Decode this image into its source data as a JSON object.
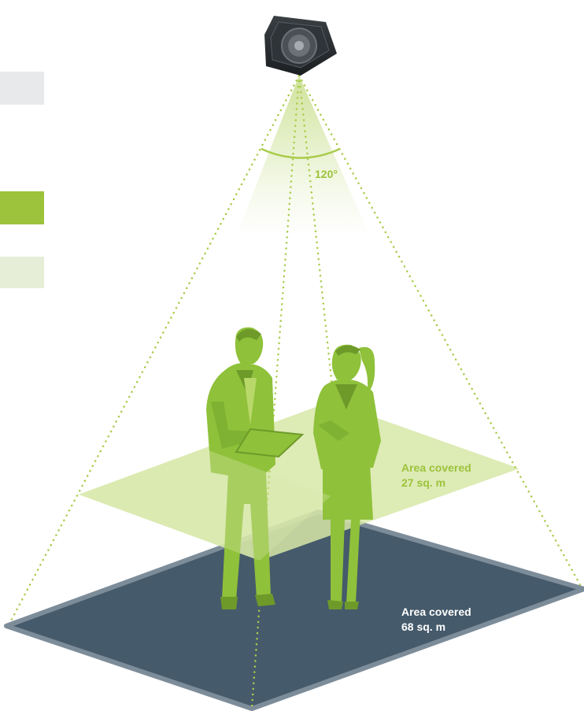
{
  "colors": {
    "legend_swatch_1": "#e8e9eb",
    "legend_swatch_2": "#9cc33b",
    "legend_swatch_3": "#e6eed8",
    "floor": "#455a6b",
    "floor_edge": "#7d8c99",
    "plane_upper": "#d7e8a8",
    "beam": "#a9cc4a",
    "figure_main": "#8fc13a",
    "figure_dark": "#6e9a2a",
    "camera": "#2b2f33"
  },
  "camera": {
    "icon": "ceiling-camera-icon"
  },
  "beam": {
    "angle_label": "120°"
  },
  "upper_area": {
    "line1": "Area covered",
    "line2": "27 sq. m"
  },
  "floor_area": {
    "line1": "Area covered",
    "line2": "68 sq. m"
  },
  "people": [
    "man-with-tablet",
    "woman-standing"
  ]
}
